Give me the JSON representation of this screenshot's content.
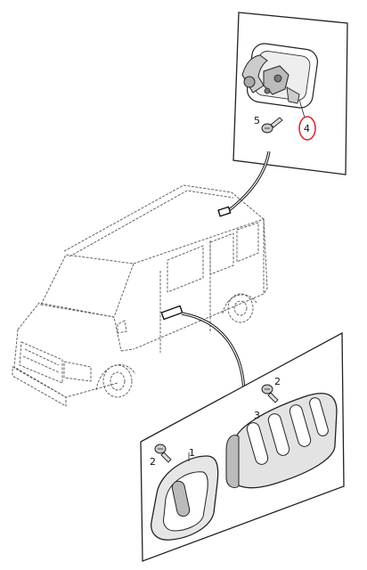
{
  "callouts": [
    {
      "id": "c5",
      "text": "5"
    },
    {
      "id": "c4",
      "text": "4",
      "highlighted": true
    },
    {
      "id": "c2a",
      "text": "2"
    },
    {
      "id": "c3",
      "text": "3"
    },
    {
      "id": "c2b",
      "text": "2"
    },
    {
      "id": "c1",
      "text": "1"
    }
  ],
  "colors": {
    "line": "#222222",
    "vehicle_line": "#555555",
    "part_fill": "#d9d9d9",
    "part_dark": "#9a9a9a",
    "highlight": "#e0282e"
  }
}
